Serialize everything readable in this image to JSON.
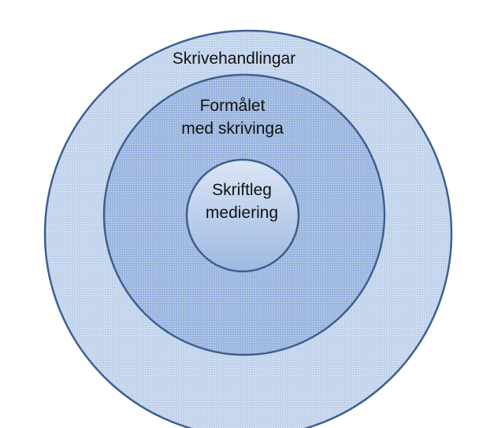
{
  "diagram": {
    "outer_ring": {
      "label": "Skrivehandlingar",
      "fill": "#c5d6ee",
      "stroke": "#3d5f8f"
    },
    "middle_ring": {
      "label_line1": "Formålet",
      "label_line2": "med skrivinga",
      "fill": "#9db7e0",
      "stroke": "#3d5f8f"
    },
    "inner_ring": {
      "label_line1": "Skriftleg",
      "label_line2": "mediering",
      "fill_top": "#dbe5f5",
      "fill_bottom": "#9fb9e2",
      "stroke": "#3d5f8f"
    }
  }
}
